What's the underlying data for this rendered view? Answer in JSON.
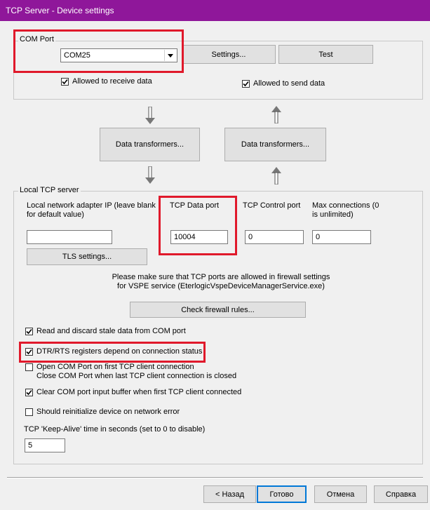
{
  "window": {
    "title": "TCP Server - Device settings"
  },
  "com_port": {
    "legend": "COM Port",
    "selected": "COM25",
    "settings_button": "Settings...",
    "test_button": "Test",
    "allow_receive": {
      "label": "Allowed to receive data",
      "checked": true
    },
    "allow_send": {
      "label": "Allowed to send data",
      "checked": true
    }
  },
  "transformers": {
    "left_button": "Data transformers...",
    "right_button": "Data transformers..."
  },
  "local_tcp": {
    "legend": "Local TCP server",
    "adapter_ip_label": "Local network adapter IP (leave blank for default value)",
    "adapter_ip_value": "",
    "data_port_label": "TCP Data port",
    "data_port_value": "10004",
    "control_port_label": "TCP Control port",
    "control_port_value": "0",
    "max_conn_label": "Max connections (0 is unlimited)",
    "max_conn_value": "0",
    "tls_button": "TLS settings...",
    "firewall_note_line1": "Please make sure that TCP ports are allowed in firewall settings",
    "firewall_note_line2": "for VSPE service (EterlogicVspeDeviceManagerService.exe)",
    "firewall_button": "Check firewall rules...",
    "options": [
      {
        "label": "Read and discard stale data from COM port",
        "checked": true
      },
      {
        "label": "DTR/RTS registers depend on connection status",
        "checked": true
      },
      {
        "label": "Open COM Port on first TCP client connection\nClose COM Port when last TCP client connection is closed",
        "checked": false
      },
      {
        "label": "Clear COM port input buffer when first TCP client connected",
        "checked": true
      },
      {
        "label": "Should reinitialize device on network error",
        "checked": false
      }
    ],
    "keepalive_label": "TCP 'Keep-Alive' time in seconds (set to 0 to disable)",
    "keepalive_value": "5"
  },
  "footer": {
    "back": "< Назад",
    "done": "Готово",
    "cancel": "Отмена",
    "help": "Справка"
  },
  "colors": {
    "titlebar": "#8f179a",
    "highlight": "#e0192b",
    "focus": "#0078d7"
  }
}
